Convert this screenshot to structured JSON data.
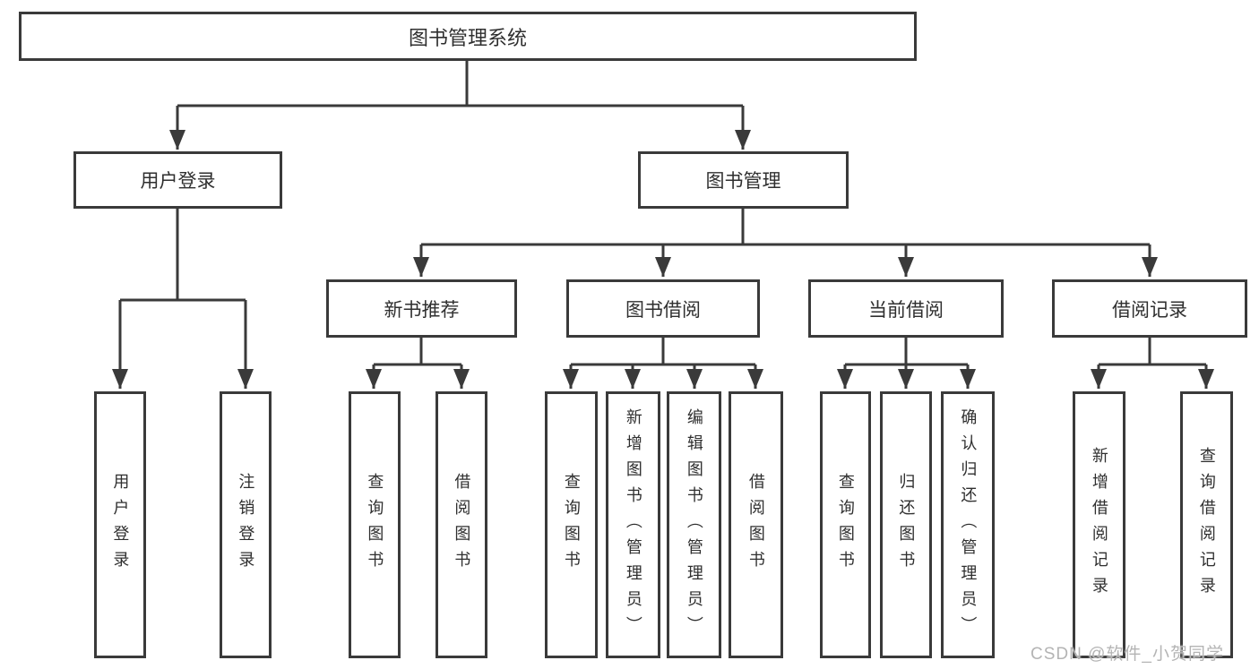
{
  "tree": {
    "label": "图书管理系统",
    "children": [
      {
        "label": "用户登录",
        "children": [
          {
            "label": "用户登录"
          },
          {
            "label": "注销登录"
          }
        ]
      },
      {
        "label": "图书管理",
        "children": [
          {
            "label": "新书推荐",
            "children": [
              {
                "label": "查询图书"
              },
              {
                "label": "借阅图书"
              }
            ]
          },
          {
            "label": "图书借阅",
            "children": [
              {
                "label": "查询图书"
              },
              {
                "label": "新增图书（管理员）"
              },
              {
                "label": "编辑图书（管理员）"
              },
              {
                "label": "借阅图书"
              }
            ]
          },
          {
            "label": "当前借阅",
            "children": [
              {
                "label": "查询图书"
              },
              {
                "label": "归还图书"
              },
              {
                "label": "确认归还（管理员）"
              }
            ]
          },
          {
            "label": "借阅记录",
            "children": [
              {
                "label": "新增借阅记录"
              },
              {
                "label": "查询借阅记录"
              }
            ]
          }
        ]
      }
    ]
  },
  "watermark": {
    "text": "CSDN @软件_小贺同学",
    "color": "#b4b4b4"
  },
  "colors": {
    "line": "#3a3a3a",
    "box_border": "#3a3a3a",
    "text": "#2f2f2f",
    "background": "#ffffff"
  }
}
